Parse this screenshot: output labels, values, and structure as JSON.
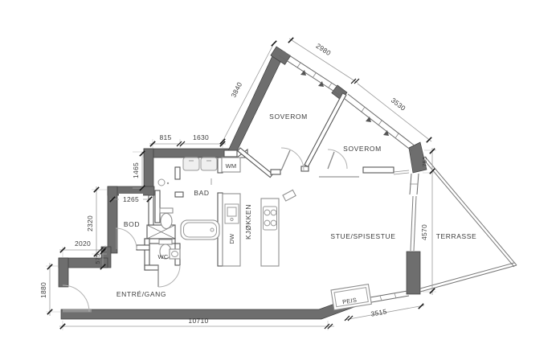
{
  "rooms": {
    "soverom_1": "SOVEROM",
    "soverom_2": "SOVEROM",
    "bad": "BAD",
    "bod": "BOD",
    "wc": "WC",
    "kjokken": "KJØKKEN",
    "stue": "STUE/SPISESTUE",
    "terrasse": "TERRASSE",
    "entre": "ENTRÉ/GANG"
  },
  "fixtures": {
    "washer": "WM",
    "dishwasher": "DW",
    "fireplace": "PEIS"
  },
  "dimensions_mm": {
    "top_815": "815",
    "top_1630": "1630",
    "left_1465": "1465",
    "bod_1265": "1265",
    "bod_2320": "2320",
    "entry_2020": "2020",
    "entry_575": "575",
    "entry_1880": "1880",
    "south_10710": "10710",
    "south_3515": "3515",
    "terrace_4570": "4570",
    "corner_755": "755",
    "northwest_3840": "3840",
    "facade_2980": "2980",
    "facade_3530": "3530"
  },
  "colors": {
    "wall_fill": "#6e6e6e",
    "wall_outline": "#3d3d3d",
    "thin_wall_stroke": "#555555",
    "fixture_stroke": "#8f8f8f",
    "dimension_line": "#9b9b9b",
    "tick": "#151515",
    "text": "#3c3c3c",
    "background": "#ffffff"
  }
}
